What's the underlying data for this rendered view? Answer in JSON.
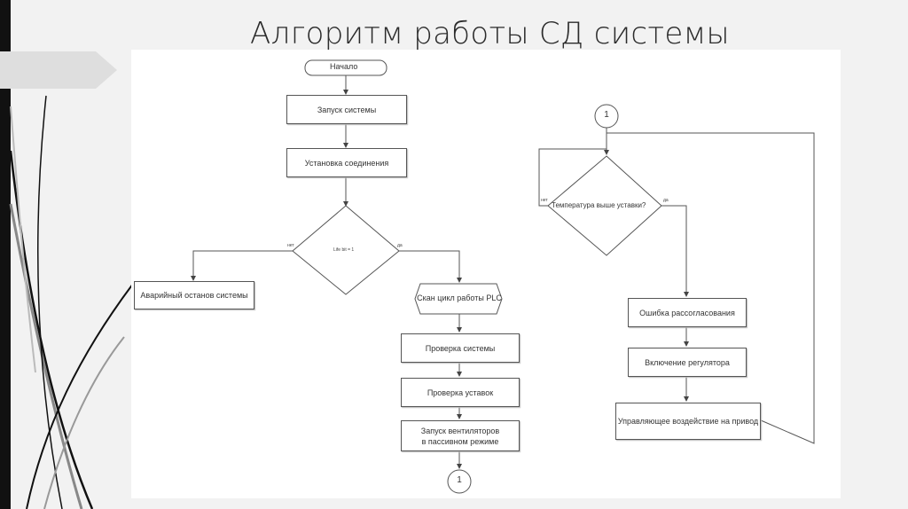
{
  "title": "Алгоритм работы СД системы",
  "diagram": {
    "start": "Начало",
    "start_system": "Запуск системы",
    "connect": "Установка соединения",
    "decision_life": "Life bit = 1",
    "no_label_1": "нет",
    "yes_label_1": "да",
    "emergency_stop": "Аварийный останов системы",
    "plc_scan": "Скан цикл работы PLC",
    "check_system": "Проверка системы",
    "check_setpoints": "Проверка уставок",
    "fan_start_line1": "Запуск вентиляторов",
    "fan_start_line2": "в пассивном режиме",
    "connector_out": "1",
    "connector_in": "1",
    "decision_temp": "Температура выше уставки?",
    "no_label_2": "нет",
    "yes_label_2": "да",
    "mismatch_error": "Ошибка рассогласования",
    "enable_regulator": "Включение регулятора",
    "control_action": "Управляющее воздействие на привод"
  }
}
